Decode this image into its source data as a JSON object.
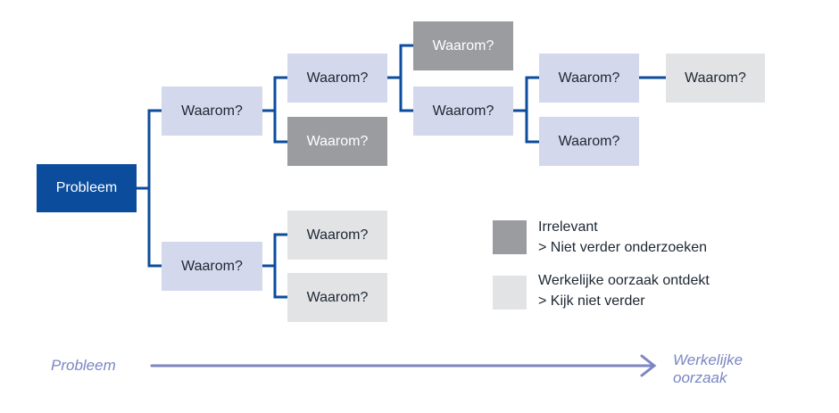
{
  "diagram": {
    "root": {
      "label": "Probleem"
    },
    "nodes": {
      "n1": {
        "label": "Waarom?",
        "status": "normal"
      },
      "n2": {
        "label": "Waarom?",
        "status": "normal"
      },
      "n11": {
        "label": "Waarom?",
        "status": "normal"
      },
      "n12": {
        "label": "Waarom?",
        "status": "irrelevant"
      },
      "n111": {
        "label": "Waarom?",
        "status": "irrelevant"
      },
      "n112": {
        "label": "Waarom?",
        "status": "normal"
      },
      "n1121": {
        "label": "Waarom?",
        "status": "normal"
      },
      "n1122": {
        "label": "Waarom?",
        "status": "normal"
      },
      "n11211": {
        "label": "Waarom?",
        "status": "root-cause"
      },
      "n21": {
        "label": "Waarom?",
        "status": "root-cause"
      },
      "n22": {
        "label": "Waarom?",
        "status": "root-cause"
      }
    },
    "edges": [
      [
        "root",
        "n1"
      ],
      [
        "root",
        "n2"
      ],
      [
        "n1",
        "n11"
      ],
      [
        "n1",
        "n12"
      ],
      [
        "n11",
        "n111"
      ],
      [
        "n11",
        "n112"
      ],
      [
        "n112",
        "n1121"
      ],
      [
        "n112",
        "n1122"
      ],
      [
        "n1121",
        "n11211"
      ],
      [
        "n2",
        "n21"
      ],
      [
        "n2",
        "n22"
      ]
    ]
  },
  "legend": {
    "irrelevant": {
      "line1": "Irrelevant",
      "line2": "> Niet verder onderzoeken"
    },
    "root_cause": {
      "line1": "Werkelijke oorzaak ontdekt",
      "line2": "> Kijk niet verder"
    }
  },
  "axis": {
    "start": "Probleem",
    "end_line1": "Werkelijke",
    "end_line2": "oorzaak"
  },
  "colors": {
    "root": "#0b4d9c",
    "normal": "#d4d8ec",
    "irrelevant": "#9b9ca0",
    "root_cause": "#e2e3e5",
    "connector": "#0b4d9c",
    "arrow": "#7c86c2"
  }
}
